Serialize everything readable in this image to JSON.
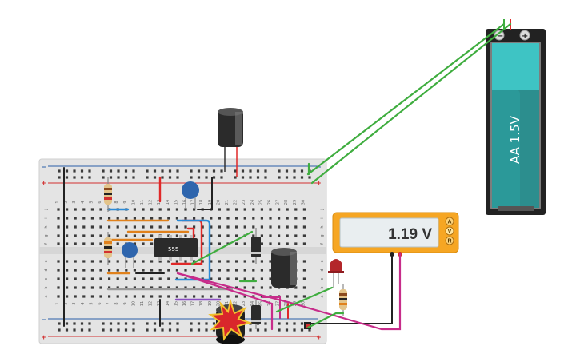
{
  "colors": {
    "breadboard": "#e4e4e4",
    "rail_red": "#d23030",
    "rail_blue": "#2a5ea8",
    "wire_green": "#3fad3f",
    "wire_orange": "#e0811c",
    "wire_red": "#e02828",
    "wire_blue": "#2c8ad6",
    "wire_magenta": "#c72c8a",
    "wire_purple": "#8a4fc2",
    "wire_black": "#222222",
    "multimeter_body": "#f6a623",
    "battery_teal": "#3ec4c4",
    "battery_body": "#222222"
  },
  "breadboard": {
    "column_numbers": [
      "1",
      "2",
      "3",
      "4",
      "5",
      "6",
      "7",
      "8",
      "9",
      "10",
      "11",
      "12",
      "13",
      "14",
      "15",
      "16",
      "17",
      "18",
      "19",
      "20",
      "21",
      "22",
      "23",
      "24",
      "25",
      "26",
      "27",
      "28",
      "29",
      "30"
    ],
    "row_letters_top": [
      "j",
      "i",
      "h",
      "g",
      "f"
    ],
    "row_letters_bottom": [
      "e",
      "d",
      "c",
      "b",
      "a"
    ],
    "rail_plus": "+",
    "rail_minus": "−"
  },
  "ic": {
    "label": "555",
    "icon": "ic-555-chip"
  },
  "multimeter": {
    "value": "1.19 V",
    "modes": [
      "A",
      "V",
      "R"
    ],
    "selected_mode": "V"
  },
  "battery": {
    "label": "AA 1.5V",
    "neg_terminal": "−",
    "pos_terminal": "+"
  },
  "components": [
    "electrolytic-capacitor-icon",
    "ceramic-capacitor-icon",
    "resistor-icon",
    "diode-icon",
    "led-icon",
    "speaker-icon",
    "explosion-icon",
    "pushbutton-icon"
  ]
}
